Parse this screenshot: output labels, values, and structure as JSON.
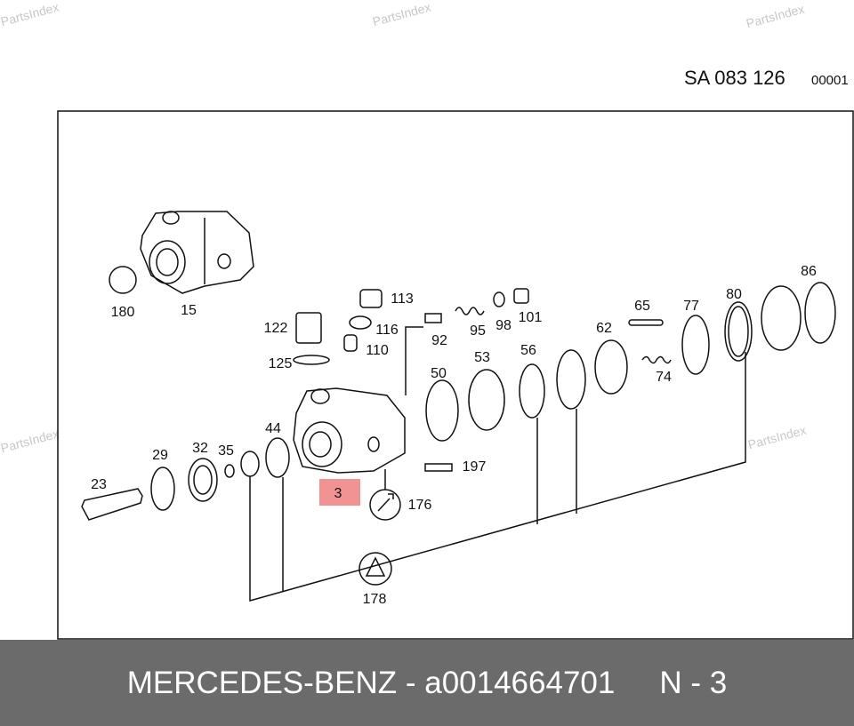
{
  "watermark": "PartsIndex",
  "header": {
    "diagram_code": "SA 083 126",
    "sheet": "00001"
  },
  "highlight": {
    "label": "3",
    "color": "#f08080"
  },
  "callouts": [
    "180",
    "15",
    "113",
    "116",
    "122",
    "110",
    "125",
    "92",
    "95",
    "98",
    "101",
    "65",
    "77",
    "80",
    "86",
    "62",
    "50",
    "53",
    "56",
    "74",
    "44",
    "29",
    "32",
    "35",
    "23",
    "197",
    "176",
    "178"
  ],
  "footer": {
    "brand_part": "MERCEDES-BENZ - a0014664701",
    "position": "N - 3"
  }
}
